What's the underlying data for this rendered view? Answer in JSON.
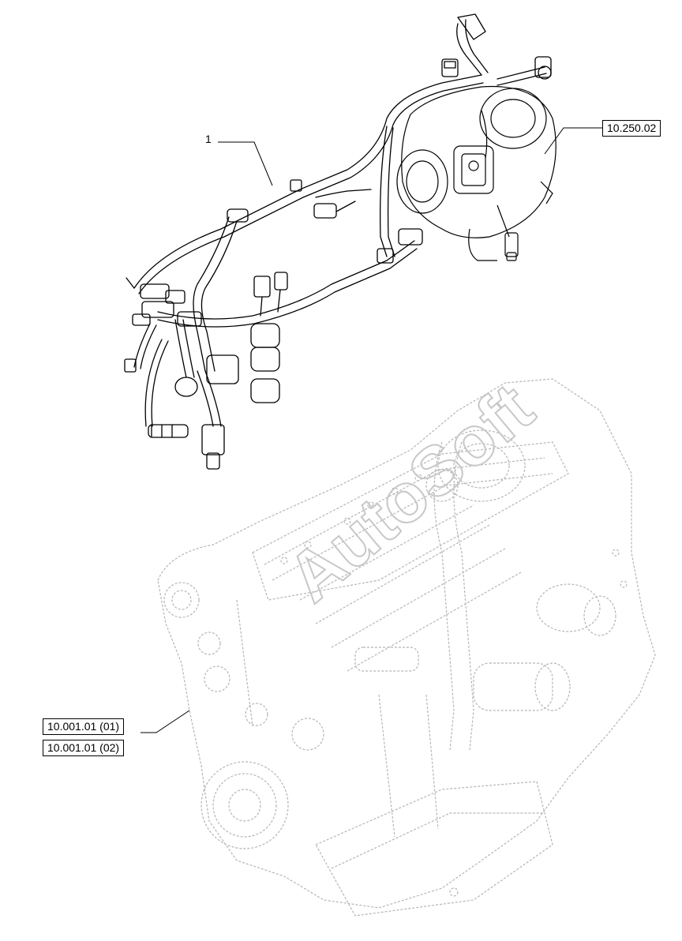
{
  "callouts": {
    "item_1": "1",
    "ref_turbo": "10.250.02",
    "ref_engine_1": "10.001.01 (01)",
    "ref_engine_2": "10.001.01 (02)"
  },
  "watermark": "AutoSoft",
  "colors": {
    "line": "#000000",
    "ghost": "#bdbdbd",
    "watermark": "#c8c8c8"
  }
}
